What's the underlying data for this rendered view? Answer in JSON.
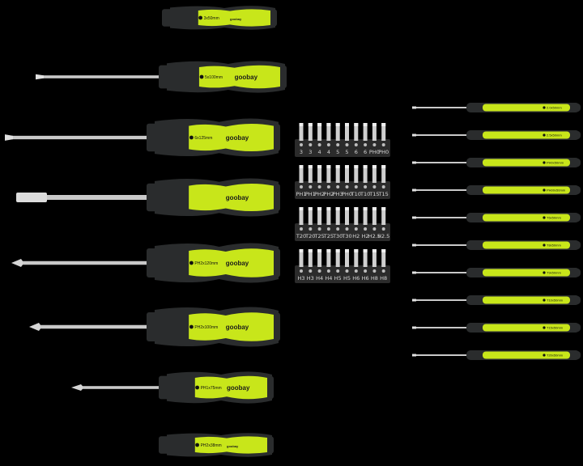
{
  "colors": {
    "background": "#000000",
    "handle_dark": "#2a2c2d",
    "handle_lime": "#c8e61a",
    "shaft": "#c9c9c9",
    "bit_tray": "#2b2b2b"
  },
  "brand": "goobay",
  "left_screwdrivers": [
    {
      "tip": "slotted",
      "label": "3x50mm",
      "brand": "goobay"
    },
    {
      "tip": "slotted",
      "label": "5x100mm",
      "brand": "goobay"
    },
    {
      "tip": "slotted",
      "label": "6x125mm",
      "brand": "goobay"
    },
    {
      "tip": "bit-holder",
      "label": "",
      "brand": "goobay"
    },
    {
      "tip": "phillips",
      "label": "PH2x120mm",
      "brand": "goobay"
    },
    {
      "tip": "phillips",
      "label": "PH2x100mm",
      "brand": "goobay"
    },
    {
      "tip": "phillips",
      "label": "PH1x75mm",
      "brand": "goobay"
    },
    {
      "tip": "phillips",
      "label": "PH2x38mm",
      "brand": "goobay"
    }
  ],
  "bit_rows": [
    [
      "3",
      "3",
      "4",
      "4",
      "5",
      "5",
      "6",
      "6",
      "PH0",
      "PH0"
    ],
    [
      "PH1",
      "PH1",
      "PH2",
      "PH2",
      "PH3",
      "PH0",
      "T10",
      "T10",
      "T15",
      "T15"
    ],
    [
      "T20",
      "T20",
      "T25",
      "T25",
      "T30",
      "T30",
      "H2",
      "H2",
      "H2.5",
      "H2.5"
    ],
    [
      "H3",
      "H3",
      "H4",
      "H4",
      "H5",
      "H5",
      "H6",
      "H6",
      "H8",
      "H8"
    ]
  ],
  "precision_screwdrivers": [
    {
      "label": "2.0x50mm"
    },
    {
      "label": "2.5x50mm"
    },
    {
      "label": "PH0x50mm"
    },
    {
      "label": "PH00x50mm"
    },
    {
      "label": "T6x50mm"
    },
    {
      "label": "T8x50mm"
    },
    {
      "label": "T9x50mm"
    },
    {
      "label": "T10x50mm"
    },
    {
      "label": "T15x50mm"
    },
    {
      "label": "T20x50mm"
    }
  ]
}
